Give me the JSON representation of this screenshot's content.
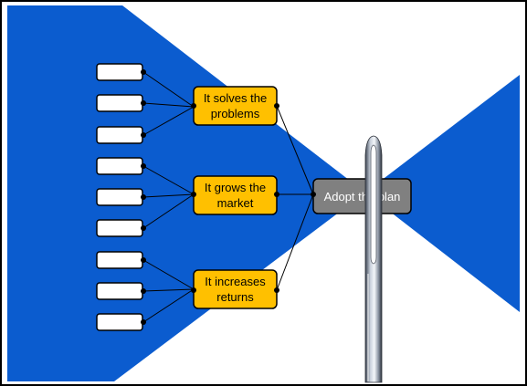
{
  "diagram": {
    "reasons": [
      {
        "line1": "It solves the",
        "line2": "problems"
      },
      {
        "line1": "It grows the",
        "line2": "market"
      },
      {
        "line1": "It increases",
        "line2": "returns"
      }
    ],
    "conclusion": "Adopt the plan",
    "blank_boxes_per_reason": 3
  },
  "colors": {
    "background_blue": "#0b5ccf",
    "reason_fill": "#ffc000",
    "conclusion_fill": "#808080",
    "blank_fill": "#ffffff"
  },
  "icons": {
    "needle": "sewing-needle-icon"
  }
}
